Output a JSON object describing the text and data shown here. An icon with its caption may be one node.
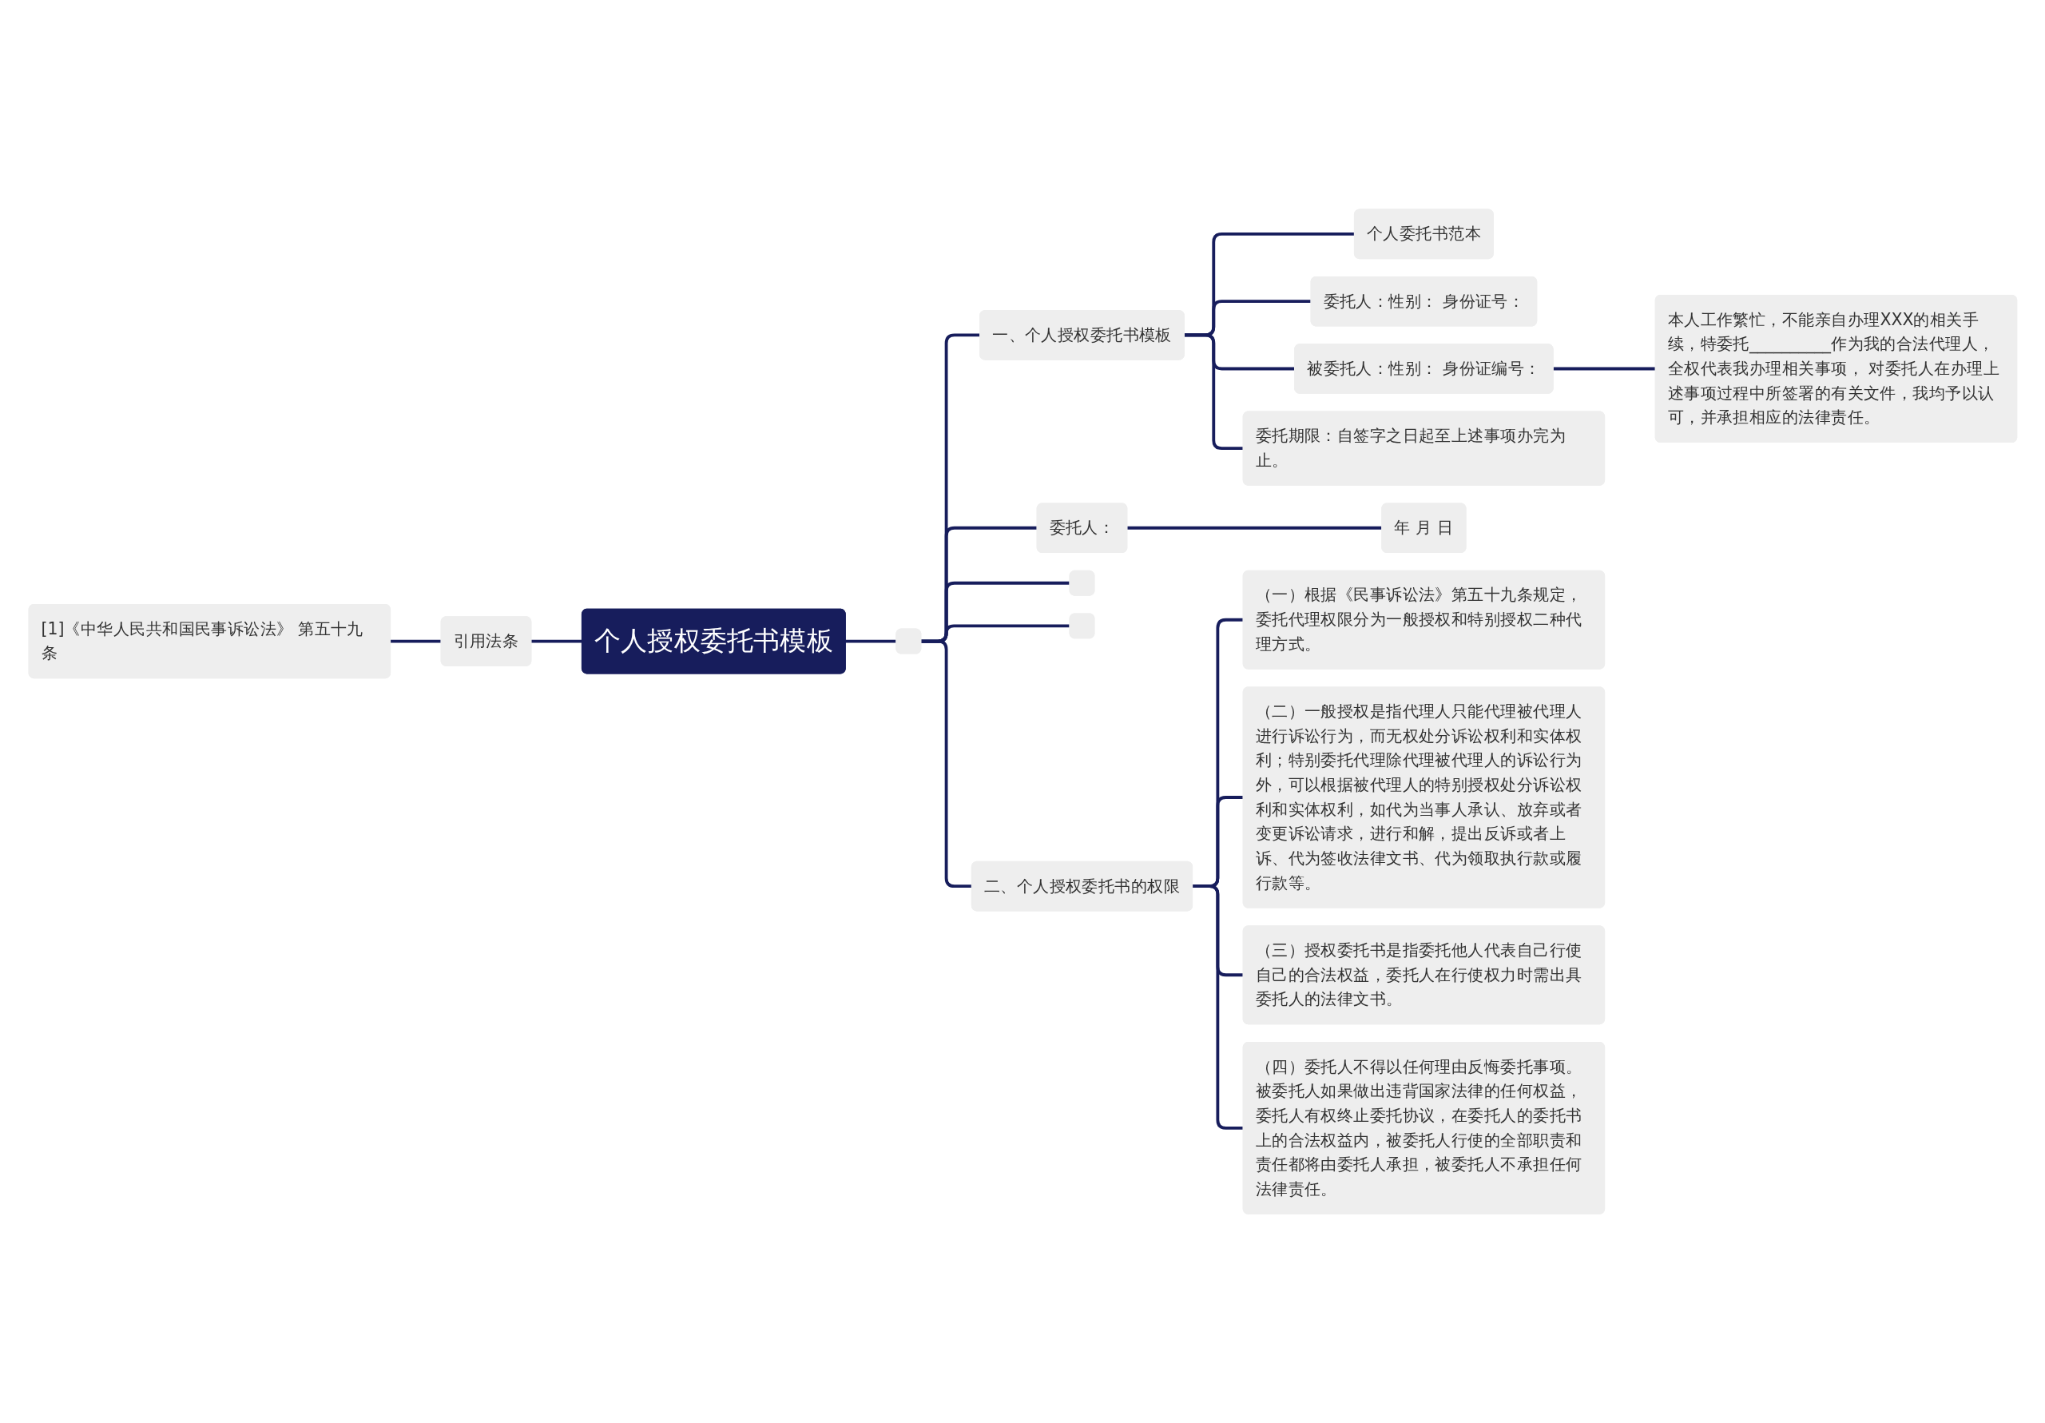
{
  "diagram": {
    "nodes": [
      {
        "text": [
          "个人授权委托书模板"
        ]
      },
      {
        "text": [
          "引用法条"
        ]
      },
      {
        "text": [
          "[1]《中华人民共和国民事诉讼法》 第五十九条"
        ]
      },
      {
        "text": [],
        "shape": "box"
      },
      {
        "text": [
          "一、个人授权委托书模板"
        ]
      },
      {
        "text": [
          "个人委托书范本"
        ]
      },
      {
        "text": [
          "委托人：性别： 身份证号："
        ]
      },
      {
        "text": [
          "被委托人：性别： 身份证编号："
        ]
      },
      {
        "text": [
          "本人工作繁忙，不能亲自办理XXX的相关手续，特委托__________作为我的合法代理人，全权代表我办理相关事项， 对委托人在办理上述事项过程中所签署的有关文件，我均予以认可，并承担相应的法律责任。"
        ]
      },
      {
        "text": [
          "委托期限：自签字之日起至上述事项办完为止。"
        ]
      },
      {
        "text": [
          "委托人："
        ]
      },
      {
        "text": [
          "年 月 日"
        ]
      },
      {
        "text": [],
        "shape": "box"
      },
      {
        "text": [],
        "shape": "box"
      },
      {
        "text": [
          "二、个人授权委托书的权限"
        ]
      },
      {
        "text": [
          "（一）根据《民事诉讼法》第五十九条规定，委托代理权限分为一般授权和特别授权二种代理方式。"
        ]
      },
      {
        "text": [
          "（二）一般授权是指代理人只能代理被代理人进行诉讼行为，而无权处分诉讼权利和实体权利；特别委托代理除代理被代理人的诉讼行为外，可以根据被代理人的特别授权处分诉讼权利和实体权利，如代为当事人承认、放弃或者变更诉讼请求，进行和解，提出反诉或者上诉、代为签收法律文书、代为领取执行款或履行款等。"
        ]
      },
      {
        "text": [
          "（三）授权委托书是指委托他人代表自己行使自己的合法权益，委托人在行使权力时需出具委托人的法律文书。"
        ]
      },
      {
        "text": [
          "（四）委托人不得以任何理由反悔委托事项。被委托人如果做出违背国家法律的任何权益，委托人有权终止委托协议，在委托人的委托书上的合法权益内，被委托人行使的全部职责和责任都将由委托人承担，被委托人不承担任何法律责任。"
        ]
      }
    ],
    "edges": [
      {
        "from": 2,
        "to": 1,
        "arrow": "none"
      },
      {
        "from": 1,
        "to": 0,
        "arrow": "none"
      },
      {
        "from": 0,
        "to": 3,
        "arrow": "none"
      },
      {
        "from": 3,
        "to": 4,
        "arrow": "none"
      },
      {
        "from": 4,
        "to": 5,
        "arrow": "none"
      },
      {
        "from": 4,
        "to": 6,
        "arrow": "none"
      },
      {
        "from": 4,
        "to": 7,
        "arrow": "none"
      },
      {
        "from": 7,
        "to": 8,
        "arrow": "none"
      },
      {
        "from": 4,
        "to": 9,
        "arrow": "none"
      },
      {
        "from": 3,
        "to": 10,
        "arrow": "none"
      },
      {
        "from": 10,
        "to": 11,
        "arrow": "none"
      },
      {
        "from": 3,
        "to": 12,
        "arrow": "none"
      },
      {
        "from": 3,
        "to": 13,
        "arrow": "none"
      },
      {
        "from": 3,
        "to": 14,
        "arrow": "none"
      },
      {
        "from": 14,
        "to": 15,
        "arrow": "none"
      },
      {
        "from": 14,
        "to": 16,
        "arrow": "none"
      },
      {
        "from": 14,
        "to": 17,
        "arrow": "none"
      },
      {
        "from": 14,
        "to": 18,
        "arrow": "none"
      }
    ]
  }
}
